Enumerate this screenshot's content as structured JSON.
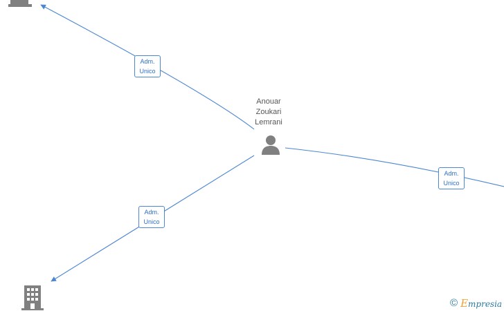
{
  "person": {
    "name_lines": [
      "Anouar",
      "Zoukari",
      "Lemrani"
    ]
  },
  "relations": [
    {
      "role_line1": "Adm.",
      "role_line2": "Unico"
    },
    {
      "role_line1": "Adm.",
      "role_line2": "Unico"
    },
    {
      "role_line1": "Adm.",
      "role_line2": "Unico"
    }
  ],
  "footer": {
    "copyright_symbol": "©",
    "brand_initial": "E",
    "brand_rest": "mpresia"
  },
  "colors": {
    "edge": "#4a86d4",
    "icon": "#808080",
    "label_text": "#2c6fc7",
    "brand": "#2d7a9c",
    "brand_accent": "#f0a030"
  },
  "icons": {
    "person": "person-icon",
    "company": "building-icon",
    "copyright": "copyright-icon"
  }
}
